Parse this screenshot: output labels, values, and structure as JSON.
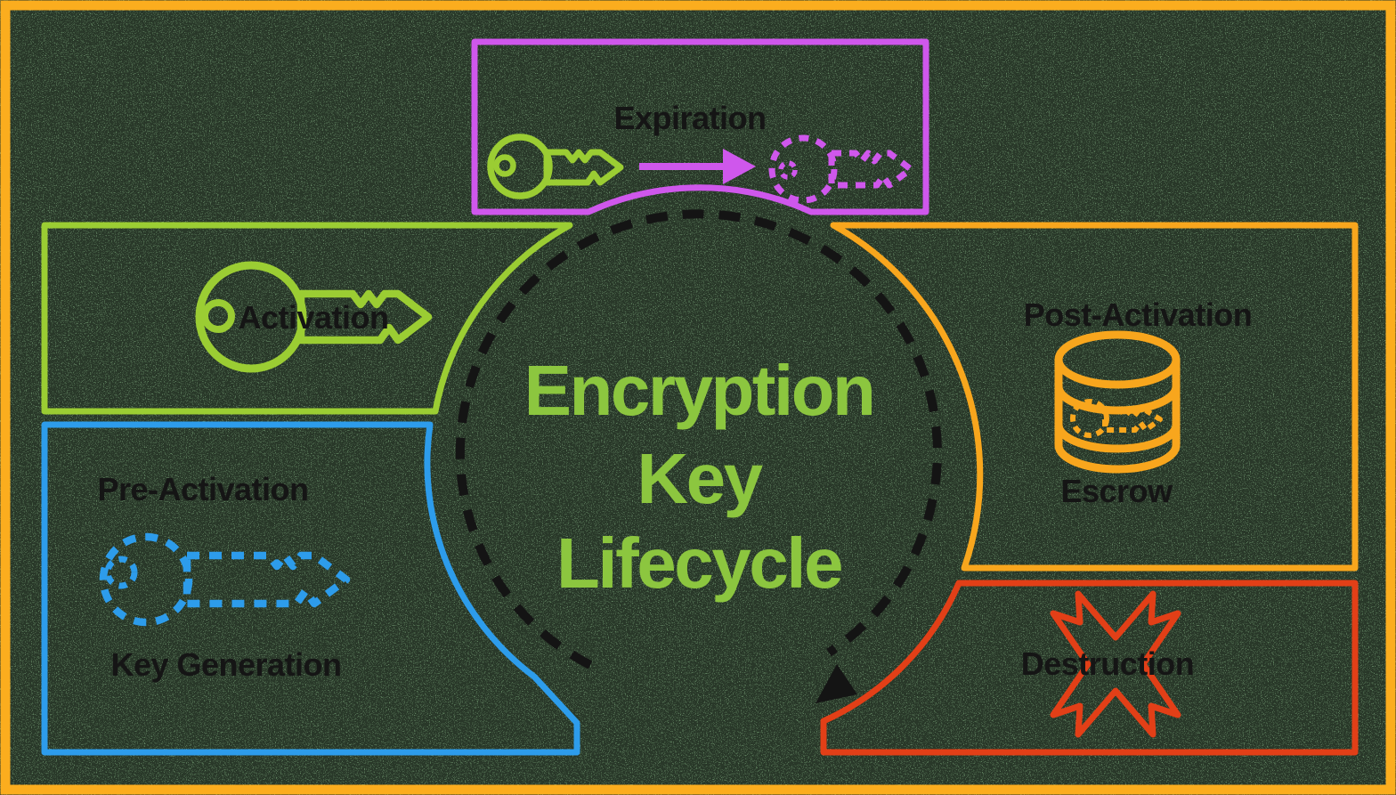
{
  "title": {
    "line1": "Encryption",
    "line2": "Key",
    "line3": "Lifecycle"
  },
  "stages": {
    "expiration": {
      "label": "Expiration"
    },
    "activation": {
      "label": "Activation"
    },
    "pre_activation": {
      "label": "Pre-Activation",
      "sublabel": "Key Generation"
    },
    "post_activation": {
      "label": "Post-Activation",
      "sublabel": "Escrow"
    },
    "destruction": {
      "label": "Destruction"
    }
  },
  "icons": {
    "expiration": [
      "active-key-icon",
      "arrow-right-icon",
      "expired-key-outline-icon"
    ],
    "activation": "key-icon",
    "pre_activation": "dashed-key-outline-icon",
    "post_activation": "database-escrow-icon",
    "destruction": "x-icon",
    "center": "dashed-cycle-arrow-icon"
  },
  "colors": {
    "background": "#5d7e5d",
    "noise": "#000000",
    "outer_border": "#fbad1e",
    "expiration_box": "#cf57ec",
    "activation_box": "#9bcd33",
    "pre_activation_box": "#2d9ceb",
    "post_activation_box": "#f8a61d",
    "destruction_box": "#e23f17",
    "title_text": "#8cc63f",
    "label_text": "#151515",
    "cycle_dash": "#141414"
  }
}
